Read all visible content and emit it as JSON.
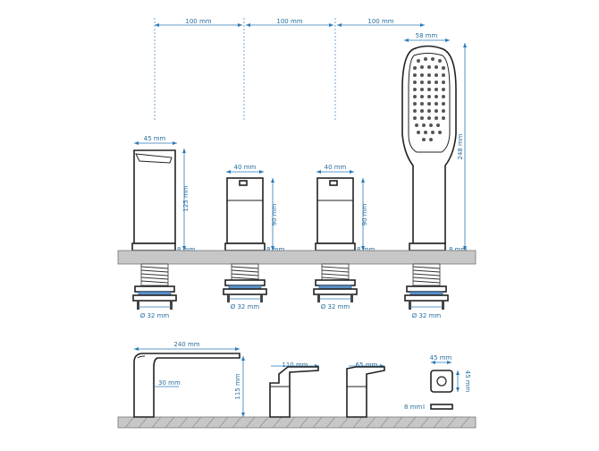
{
  "colors": {
    "dimension": "#2a7ab8",
    "outline": "#222222",
    "deck": "#c7c7c7",
    "fitting": "#5b8fc5"
  },
  "spacing_dimensions": [
    "100 mm",
    "100 mm",
    "100 mm"
  ],
  "handshower_width": "58 mm",
  "handshower_height": "248 mm",
  "spout": {
    "width": "45 mm",
    "height": "125 mm",
    "base_thickness": "8 mm",
    "thread": "Ø 32 mm"
  },
  "valve_left": {
    "width": "40 mm",
    "height": "90 mm",
    "base_thickness": "8 mm",
    "thread": "Ø 32 mm"
  },
  "valve_right": {
    "width": "40 mm",
    "height": "90 mm",
    "base_thickness": "8 mm",
    "thread": "Ø 32 mm"
  },
  "handshower_holder": {
    "base_thickness": "8 mm",
    "thread": "Ø 32 mm"
  },
  "side_views": {
    "spout_length": "240 mm",
    "spout_depth": "30 mm",
    "spout_height": "115 mm",
    "valve_lever_left": "110 mm",
    "valve_lever_right": "65 mm",
    "holder_width": "45 mm",
    "holder_depth": "45 mm",
    "holder_thickness": "8 mm"
  }
}
